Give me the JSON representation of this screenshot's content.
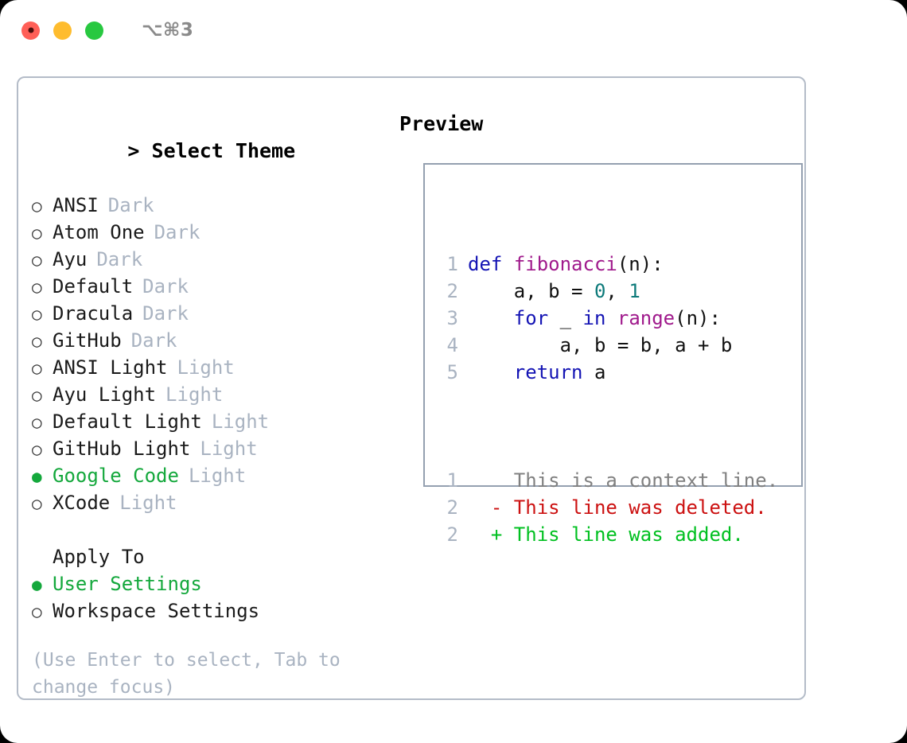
{
  "titlebar": {
    "shortcut": "⌥⌘3",
    "lights": [
      {
        "name": "close",
        "color": "#ff5f57"
      },
      {
        "name": "minimize",
        "color": "#febc2e"
      },
      {
        "name": "maximize",
        "color": "#28c840"
      }
    ]
  },
  "colors": {
    "selected_green": "#14a83c",
    "muted_tag": "#a9b3c1",
    "border": "#b4bcc8",
    "diff_added": "#00c020",
    "diff_deleted": "#cc1111",
    "diff_context": "#808080",
    "code_keyword": "#1414b4",
    "code_function": "#a01a8c",
    "code_number": "#0d7a7a"
  },
  "theme_section": {
    "caret": ">",
    "title": "Select Theme",
    "bullet_on": "●",
    "bullet_off": "○",
    "items": [
      {
        "label": "ANSI",
        "tag": "Dark",
        "selected": false
      },
      {
        "label": "Atom One",
        "tag": "Dark",
        "selected": false
      },
      {
        "label": "Ayu",
        "tag": "Dark",
        "selected": false
      },
      {
        "label": "Default",
        "tag": "Dark",
        "selected": false
      },
      {
        "label": "Dracula",
        "tag": "Dark",
        "selected": false
      },
      {
        "label": "GitHub",
        "tag": "Dark",
        "selected": false
      },
      {
        "label": "ANSI Light",
        "tag": "Light",
        "selected": false
      },
      {
        "label": "Ayu Light",
        "tag": "Light",
        "selected": false
      },
      {
        "label": "Default Light",
        "tag": "Light",
        "selected": false
      },
      {
        "label": "GitHub Light",
        "tag": "Light",
        "selected": false
      },
      {
        "label": "Google Code",
        "tag": "Light",
        "selected": true
      },
      {
        "label": "XCode",
        "tag": "Light",
        "selected": false
      }
    ]
  },
  "apply_section": {
    "title": "Apply To",
    "items": [
      {
        "label": "User Settings",
        "selected": true
      },
      {
        "label": "Workspace Settings",
        "selected": false
      }
    ]
  },
  "hint": {
    "line1": "(Use Enter to select, Tab to",
    "line2": "change focus)"
  },
  "preview": {
    "title": "Preview",
    "code_lines": [
      {
        "num": "1",
        "tokens": [
          {
            "t": "def",
            "c": "kw"
          },
          {
            "t": " ",
            "c": "plain"
          },
          {
            "t": "fibonacci",
            "c": "fn"
          },
          {
            "t": "(n):",
            "c": "plain"
          }
        ]
      },
      {
        "num": "2",
        "tokens": [
          {
            "t": "    a, b = ",
            "c": "plain"
          },
          {
            "t": "0",
            "c": "num"
          },
          {
            "t": ", ",
            "c": "plain"
          },
          {
            "t": "1",
            "c": "num"
          }
        ]
      },
      {
        "num": "3",
        "tokens": [
          {
            "t": "    ",
            "c": "plain"
          },
          {
            "t": "for",
            "c": "kw"
          },
          {
            "t": " _ ",
            "c": "plain"
          },
          {
            "t": "in",
            "c": "kw"
          },
          {
            "t": " ",
            "c": "plain"
          },
          {
            "t": "range",
            "c": "fn"
          },
          {
            "t": "(n):",
            "c": "plain"
          }
        ]
      },
      {
        "num": "4",
        "tokens": [
          {
            "t": "        a, b = b, a + b",
            "c": "plain"
          }
        ]
      },
      {
        "num": "5",
        "tokens": [
          {
            "t": "    ",
            "c": "plain"
          },
          {
            "t": "return",
            "c": "kw"
          },
          {
            "t": " a",
            "c": "plain"
          }
        ]
      }
    ],
    "diff_lines": [
      {
        "num": "1",
        "marker": " ",
        "text": " This is a context line.",
        "kind": "d-ctx"
      },
      {
        "num": "2",
        "marker": "-",
        "text": " This line was deleted.",
        "kind": "d-del"
      },
      {
        "num": "2",
        "marker": "+",
        "text": " This line was added.",
        "kind": "d-add"
      }
    ]
  }
}
